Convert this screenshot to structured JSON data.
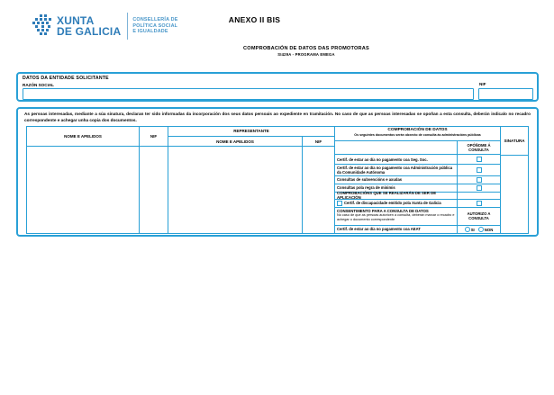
{
  "colors": {
    "accent": "#29A0D6",
    "logo_blue": "#2E7CB8",
    "dept_blue": "#4896C9"
  },
  "header": {
    "title": "ANEXO II BIS",
    "form_title": "COMPROBACIÓN DE DATOS DAS PROMOTORAS",
    "form_code": "SI429A - PROGRAMA EMEGA",
    "logo": {
      "brand_top": "XUNTA",
      "brand_bottom": "DE GALICIA",
      "dept_line1": "CONSELLERÍA DE",
      "dept_line2": "POLÍTICA SOCIAL",
      "dept_line3": "E IGUALDADE"
    }
  },
  "applicant": {
    "section_heading": "DATOS DA ENTIDADE SOLICITANTE",
    "razon_social_label": "RAZÓN SOCIAL",
    "razon_social_value": "",
    "nif_label": "NIF",
    "nif_value": ""
  },
  "notice_text": "As persoas interesadas, mediante a súa sinatura, declaran ter sido informadas da incorporación dos seus datos persoais ao expediente en tramitación. No caso de que as persoas interesadas se opoñan a esta consulta, deberán indicalo no recadro correspondente e achegar unha copia dos documentos.",
  "table": {
    "headers": {
      "nome": "NOME E APELIDOS",
      "nif": "NIF",
      "representante": "REPRESENTANTE",
      "rep_nome": "NOME E APELIDOS",
      "rep_nif": "NIF",
      "comprobacion_title": "COMPROBACIÓN DE DATOS",
      "comprobacion_subtitle": "Os seguintes documentos serán obxecto de consulta ás administracións públicas",
      "opponome": "OPÓÑOME Á CONSULTA",
      "sinatura": "SINATURA"
    },
    "consulta_rows": [
      "Certif. de estar ao día no pagamento coa Seg. Soc.",
      "Certif. de estar ao día no pagamento coa Administración pública da Comunidade Autónoma",
      "Consultas de subvencións e axudas",
      "Consultas pola regra de minimis"
    ],
    "aplicacion_section_title": "COMPROBACIÓNS QUE SE REALIZARÁN DE SER DE APLICACIÓN",
    "discapacidade_row": "Certif. de discapacidade emitido pola Xunta de Galicia",
    "consent": {
      "title": "CONSENTIMENTO PARA A CONSULTA DE DATOS",
      "text": "No caso de que as persoas autoricen a consulta, deberán marcar o recadro e achegar o documento correspondente",
      "autorizo_header": "AUTORIZO A CONSULTA",
      "aeat_row": "Certif. de estar ao día no pagamento coa AEAT",
      "option_yes": "SI",
      "option_no": "NON"
    }
  }
}
